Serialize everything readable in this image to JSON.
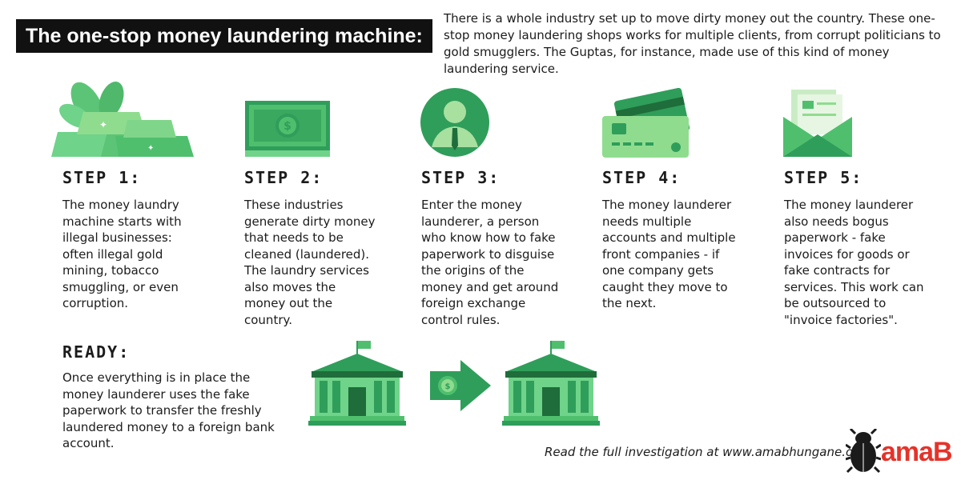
{
  "header": {
    "title": "The one-stop money laundering machine:",
    "intro": "There is a whole industry set up to move dirty money out the country. These one-stop money laundering shops works for multiple clients, from corrupt politicians to gold smugglers. The Guptas, for instance, made use of this kind of money laundering service."
  },
  "steps": [
    {
      "heading": "STEP 1:",
      "text": "The money laundry machine starts with illegal businesses: often illegal gold mining, tobacco smuggling, or even corruption.",
      "icon": "gold-bars-icon"
    },
    {
      "heading": "STEP 2:",
      "text": "These industries generate dirty money that needs to be cleaned (laundered). The laundry services also moves the money out the country.",
      "icon": "banknote-icon"
    },
    {
      "heading": "STEP 3:",
      "text": "Enter the money launderer, a person who know how to fake paperwork to disguise the origins of the money and get around foreign exchange control rules.",
      "icon": "person-icon"
    },
    {
      "heading": "STEP 4:",
      "text": "The money launderer needs multiple accounts and multiple front companies - if one company gets caught they move to the next.",
      "icon": "credit-cards-icon"
    },
    {
      "heading": "STEP 5:",
      "text": "The money launderer also needs bogus paperwork - fake invoices for goods or fake contracts for services. This work can be outsourced to \"invoice factories\".",
      "icon": "envelope-icon"
    }
  ],
  "ready": {
    "heading": "READY:",
    "text": "Once everything is in place the money launderer uses the fake paperwork to transfer the freshly laundered money to a foreign bank account."
  },
  "footer": {
    "text": "Read the full investigation at www.amabhungane.org",
    "logo": "amaB"
  },
  "colors": {
    "green_dark": "#2f9e5a",
    "green_mid": "#4fbf6e",
    "green_light": "#8fdc8f",
    "brand_red": "#e5332a",
    "title_bg": "#111111"
  }
}
